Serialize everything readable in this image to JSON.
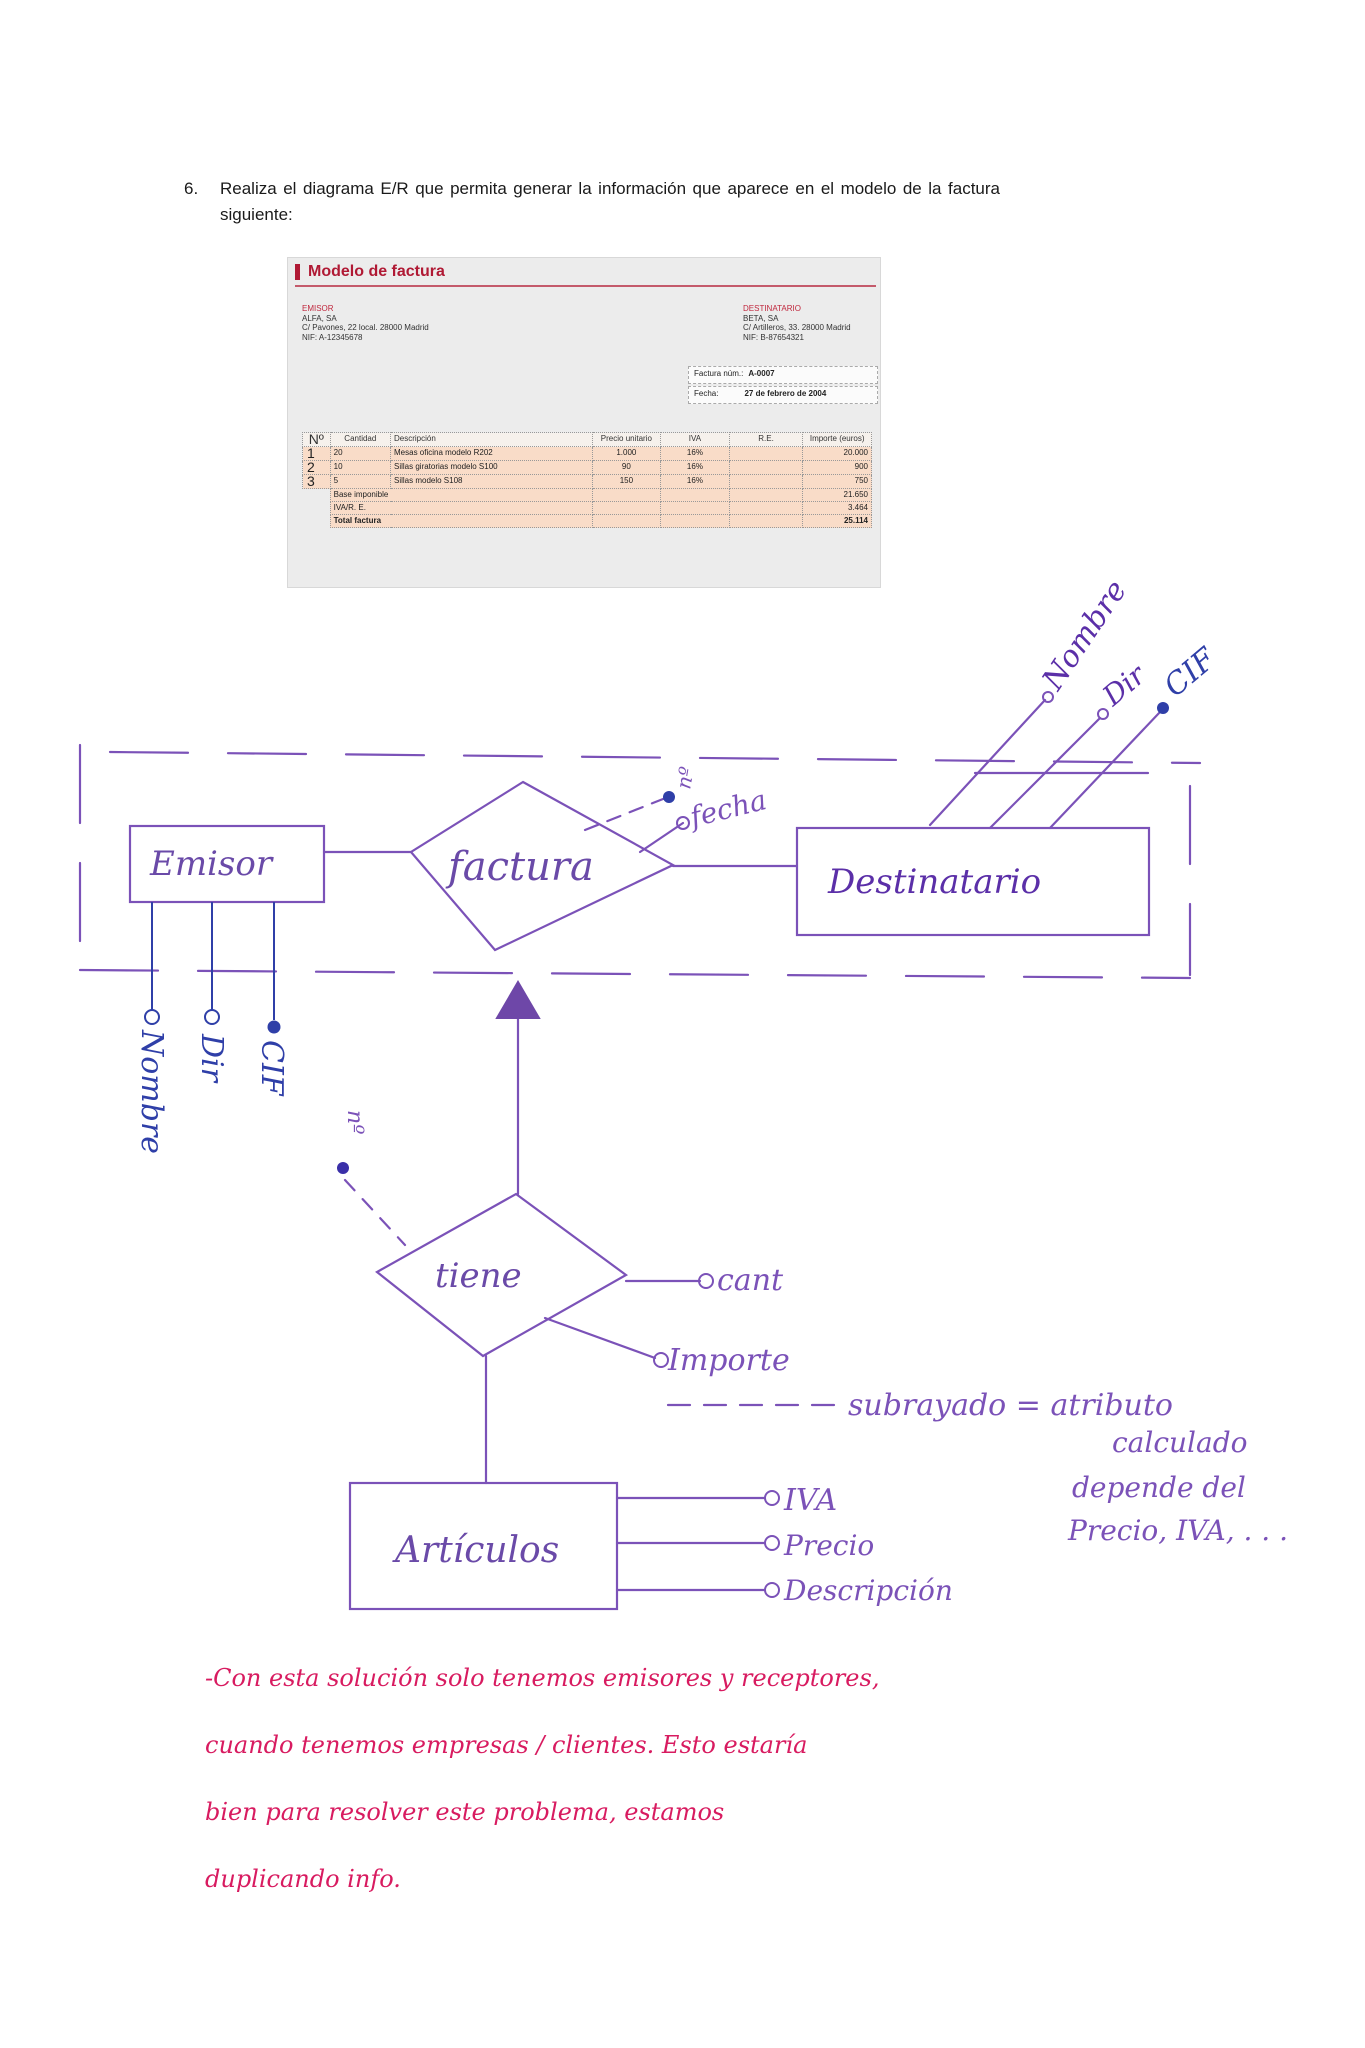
{
  "question": {
    "number": "6.",
    "text": "Realiza el diagrama E/R que permita generar la información que aparece en el modelo de la factura siguiente:"
  },
  "invoice": {
    "title": "Modelo de factura",
    "emisor": {
      "label": "EMISOR",
      "name": "ALFA, SA",
      "address": "C/ Pavones, 22 local. 28000 Madrid",
      "nif": "NIF: A-12345678"
    },
    "destinatario": {
      "label": "DESTINATARIO",
      "name": "BETA, SA",
      "address": "C/ Artilleros, 33. 28000 Madrid",
      "nif": "NIF: B-87654321"
    },
    "factura_num_label": "Factura núm.:",
    "factura_num": "A-0007",
    "fecha_label": "Fecha:",
    "fecha": "27 de febrero de 2004",
    "headers": [
      "Nº",
      "Cantidad",
      "Descripción",
      "Precio unitario",
      "IVA",
      "R.E.",
      "Importe (euros)"
    ],
    "rows": [
      {
        "n": "1",
        "cantidad": "20",
        "descripcion": "Mesas oficina modelo R202",
        "precio": "1.000",
        "iva": "16%",
        "re": "",
        "importe": "20.000"
      },
      {
        "n": "2",
        "cantidad": "10",
        "descripcion": "Sillas giratorias modelo S100",
        "precio": "90",
        "iva": "16%",
        "re": "",
        "importe": "900"
      },
      {
        "n": "3",
        "cantidad": "5",
        "descripcion": "Sillas modelo S108",
        "precio": "150",
        "iva": "16%",
        "re": "",
        "importe": "750"
      }
    ],
    "totals": [
      {
        "label": "Base imponible",
        "value": "21.650"
      },
      {
        "label": "IVA/R. E.",
        "value": "3.464"
      },
      {
        "label": "Total factura",
        "value": "25.114"
      }
    ]
  },
  "diagram": {
    "entities": {
      "emisor": "Emisor",
      "destinatario": "Destinatario",
      "articulos": "Artículos"
    },
    "relationships": {
      "factura": "factura",
      "tiene": "tiene"
    },
    "attributes": {
      "factura": [
        "nº",
        "fecha"
      ],
      "destinatario": [
        "Nombre",
        "Dir",
        "CIF"
      ],
      "emisor": [
        "Nombre",
        "Dir",
        "CIF"
      ],
      "tiene": [
        "nº",
        "cant",
        "Importe"
      ],
      "articulos": [
        "IVA",
        "Precio",
        "Descripción"
      ]
    },
    "annotation": [
      "subrayado = atributo",
      "calculado",
      "depende del",
      "Precio, IVA, . . ."
    ],
    "colors": {
      "diagram": "#7b52b8",
      "emisor_attrs": "#2f3fa8",
      "destinatario_attrs": "#5b2fa8",
      "note": "#d81b60"
    }
  },
  "note": {
    "lines": [
      "-Con esta solución solo tenemos emisores y receptores,",
      "cuando tenemos empresas / clientes. Esto estaría",
      "bien para resolver este problema, estamos",
      "duplicando info."
    ]
  }
}
